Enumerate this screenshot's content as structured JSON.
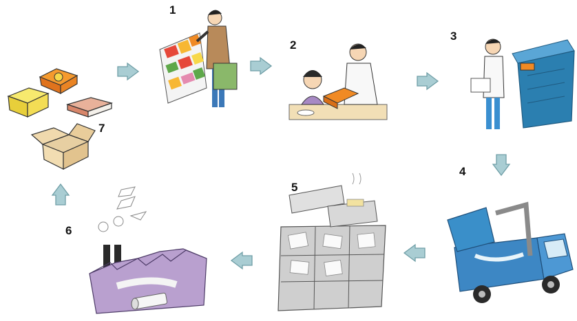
{
  "steps": [
    {
      "number": "1"
    },
    {
      "number": "2"
    },
    {
      "number": "3"
    },
    {
      "number": "4"
    },
    {
      "number": "5"
    },
    {
      "number": "6"
    },
    {
      "number": "7"
    }
  ],
  "colors": {
    "arrow_fill": "#a9cdd3",
    "arrow_stroke": "#6f9ea6",
    "recycle_bin": "#2b7fb0",
    "truck": "#3d87c4",
    "factory": "#b9a0cf",
    "shop_wall": "#c9c9c9"
  }
}
